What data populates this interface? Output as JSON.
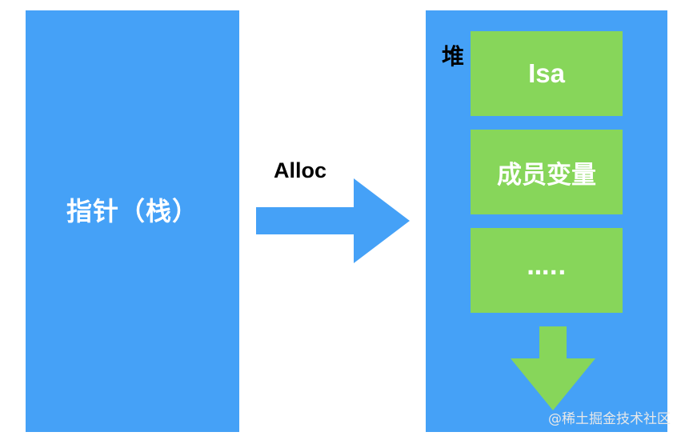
{
  "stack": {
    "label": "指针（栈）"
  },
  "transition": {
    "label": "Alloc"
  },
  "heap": {
    "label": "堆",
    "items": [
      {
        "label": "Isa"
      },
      {
        "label": "成员变量"
      },
      {
        "label": "….."
      }
    ]
  },
  "watermark": "@稀土掘金技术社区",
  "colors": {
    "blue": "#45a1f7",
    "green": "#87d65a"
  }
}
